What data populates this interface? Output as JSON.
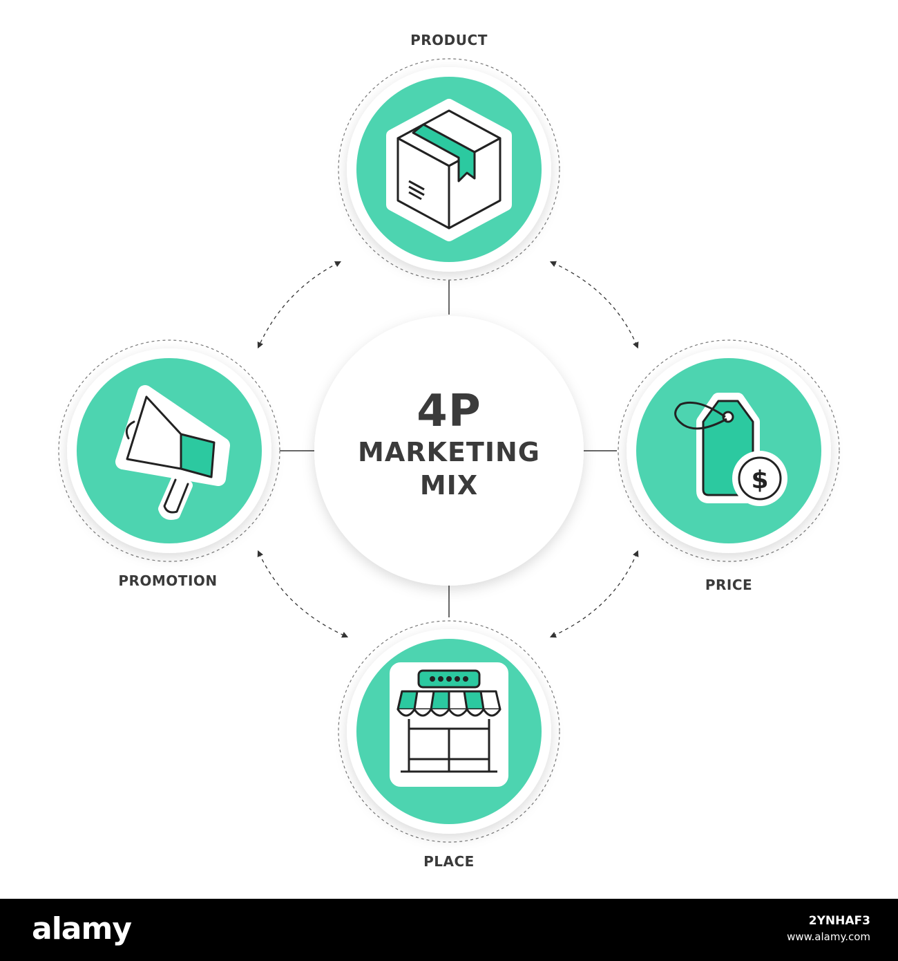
{
  "center": {
    "line1": "4P",
    "line2": "MARKETING",
    "line3": "MIX"
  },
  "nodes": {
    "product": {
      "label": "PRODUCT",
      "icon": "box-icon"
    },
    "price": {
      "label": "PRICE",
      "icon": "price-tag-icon",
      "symbol": "$"
    },
    "place": {
      "label": "PLACE",
      "icon": "storefront-icon"
    },
    "promotion": {
      "label": "PROMOTION",
      "icon": "megaphone-icon"
    }
  },
  "colors": {
    "accent": "#4dd4b0",
    "accent_dark": "#2cc9a0",
    "text": "#3a3a3a",
    "outline": "#222222"
  },
  "footer": {
    "logo": "alamy",
    "image_id": "2YNHAF3",
    "url": "www.alamy.com"
  }
}
